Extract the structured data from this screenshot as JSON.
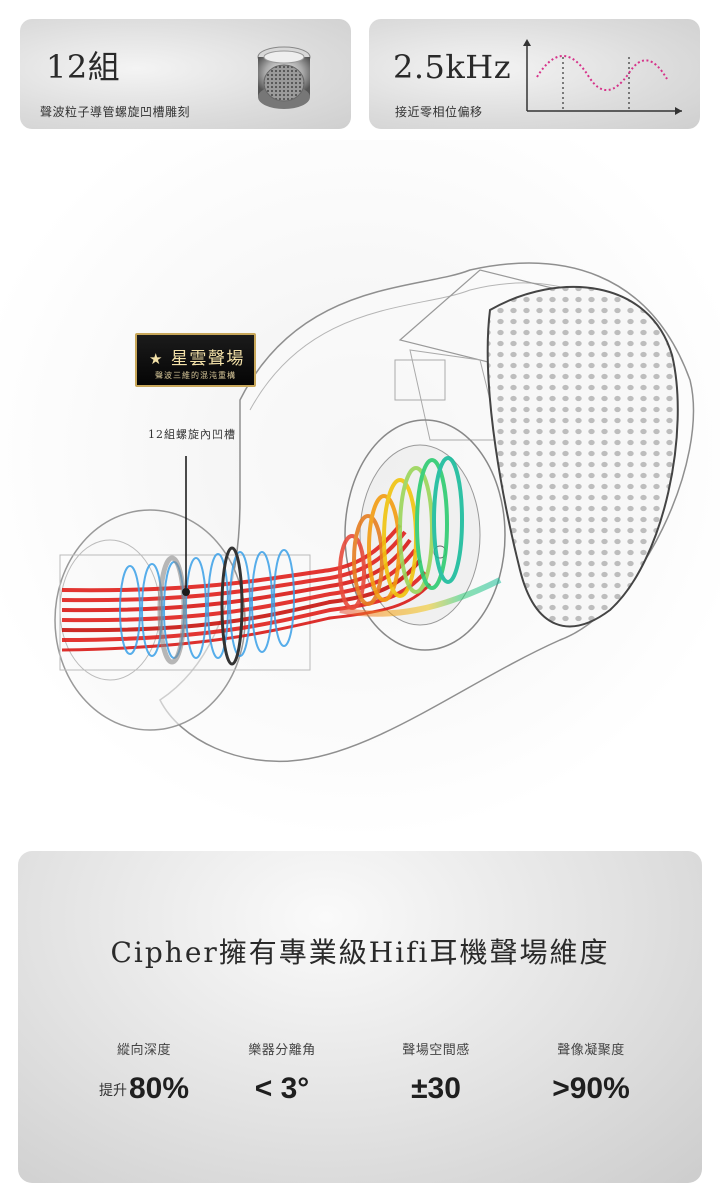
{
  "top_left": {
    "value": "12組",
    "caption": "聲波粒子導管螺旋凹槽雕刻"
  },
  "top_right": {
    "value": "2.5kHz",
    "caption": "接近零相位偏移"
  },
  "badge": {
    "title": "星雲聲場",
    "subtitle": "聲波三維的混沌重構"
  },
  "callout": {
    "label": "12組螺旋內凹槽"
  },
  "bottom": {
    "headline": "Cipher擁有專業級Hifi耳機聲場維度",
    "stats": [
      {
        "label": "縱向深度",
        "prefix": "提升",
        "value": "80%"
      },
      {
        "label": "樂器分離角",
        "prefix": "",
        "value": "< 3°"
      },
      {
        "label": "聲場空間感",
        "prefix": "",
        "value": "±30"
      },
      {
        "label": "聲像凝聚度",
        "prefix": "",
        "value": ">90%"
      }
    ]
  },
  "colors": {
    "accent_gold": "#c8a75a",
    "wave_pink": "#d6338a",
    "flow_red": "#e0201c",
    "flow_blue": "#3aa0e8"
  }
}
